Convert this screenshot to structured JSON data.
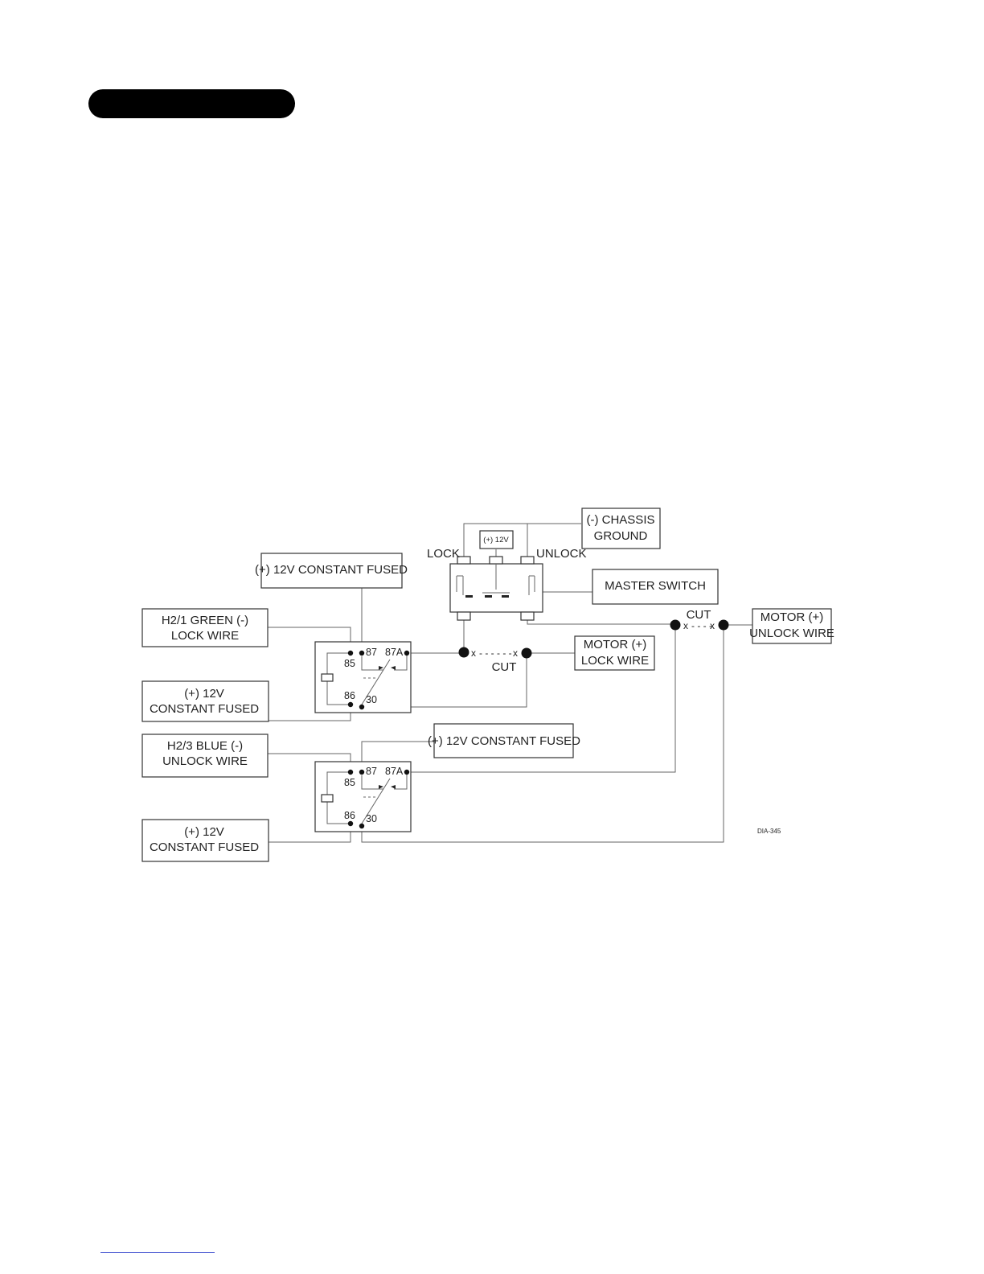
{
  "colors": {
    "ink": "#222222",
    "wire": "#666666",
    "pill": "#000000",
    "footer_rule": "#3344cc"
  },
  "labels": {
    "chassis_ground": [
      "(-) CHASSIS",
      "GROUND"
    ],
    "switch_12v": "(+) 12V",
    "lock": "LOCK",
    "unlock": "UNLOCK",
    "master_switch": "MASTER SWITCH",
    "cut_top": "CUT",
    "cut_mid": "CUT",
    "motor_unlock": [
      "MOTOR (+)",
      "UNLOCK WIRE"
    ],
    "motor_lock": [
      "MOTOR (+)",
      "LOCK WIRE"
    ],
    "constant_fused_top": "(+) 12V CONSTANT FUSED",
    "constant_fused_mid": "(+) 12V CONSTANT FUSED",
    "green_lock": [
      "H2/1 GREEN (-)",
      "LOCK WIRE"
    ],
    "blue_unlock": [
      "H2/3 BLUE (-)",
      "UNLOCK WIRE"
    ],
    "constant_fused_left_1": [
      "(+) 12V",
      "CONSTANT FUSED"
    ],
    "constant_fused_left_2": [
      "(+) 12V",
      "CONSTANT FUSED"
    ],
    "diagram_id": "DIA-345",
    "cut_marks": {
      "x": "x",
      "dash_long": "- - - - - -",
      "dash_short": "- - - -"
    }
  },
  "relay_pins": {
    "p87": "87",
    "p87a": "87A",
    "p85": "85",
    "p86": "86",
    "p30": "30"
  }
}
